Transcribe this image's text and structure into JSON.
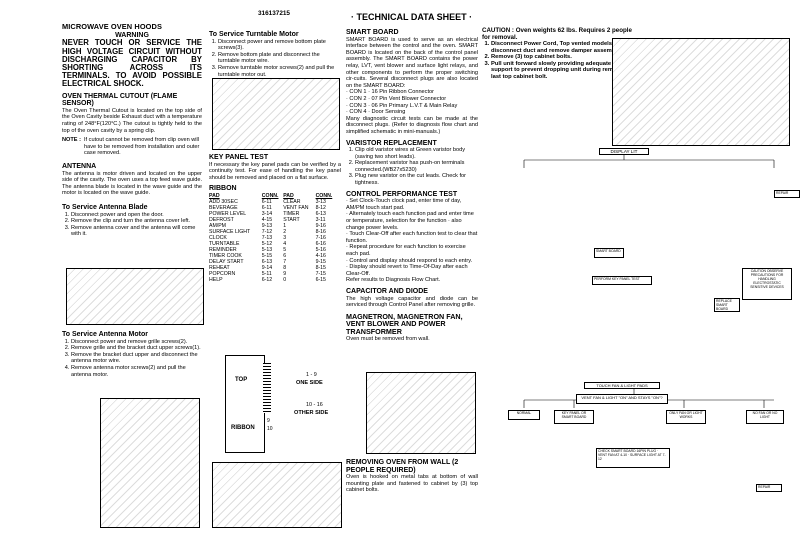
{
  "doc_number": "316137215",
  "page_title": "· TECHNICAL DATA SHEET ·",
  "col1": {
    "title": "MICROWAVE OVEN HOODS",
    "warning_label": "WARNING",
    "warning_text": "NEVER TOUCH OR SERVICE THE HIGH VOLTAGE CIRCUIT WITHOUT DISCHARGING CAPACITOR BY SHORTING ACROSS ITS TERMINALS. TO AVOID POSSIBLE ELECTRICAL SHOCK.",
    "cutout_title": "OVEN THERMAL CUTOUT (FLAME SENSOR)",
    "cutout_text": "The Oven Thermal Cutout is located on the top side of the Oven Cavity beside Exhaust duct with a temperature rating of 248°F(120°C.) The cutout is tightly held to the top of the oven cavity by a spring clip.",
    "note_label": "NOTE :",
    "note_text": "If cutout cannot be removed from clip oven will have to be removed from installation and outer case removed.",
    "antenna_title": "ANTENNA",
    "antenna_text": "The antenna is motor driven and located on the upper side of the cavity. The oven uses a top feed wave guide. The antenna blade is located in the wave guide and the motor is located on the wave guide.",
    "blade_title": "To Service Antenna Blade",
    "blade_steps": [
      "Disconnect power and open the door.",
      "Remove the clip and turn the antenna cover left.",
      "Remove antenna cover and the antenna will come with it."
    ],
    "motor_title": "To Service Antenna Motor",
    "motor_steps": [
      "Disconnect power and remove grille screws(2).",
      "Remove grille and the bracket duct upper screws(1).",
      "Remove the bracket duct upper and disconnect the antenna motor wire.",
      "Remove antenna motor screws(2) and pull the antenna motor."
    ]
  },
  "col2": {
    "turntable_title": "To Service Turntable Motor",
    "turntable_steps": [
      "Disconnect power and remove bottom plate screws(3).",
      "Remove bottom plate and disconnect the turntable motor wire.",
      "Remove turntable motor screws(2) and pull the turntable motor out."
    ],
    "keypad_title": "KEY PANEL TEST",
    "keypad_text": "If necessary the key panel pads can be verified by a continuity test. For ease of handling the key panel should be removed and placed on a flat surface.",
    "ribbon_title": "RIBBON",
    "table_headers": [
      "PAD",
      "CONN.",
      "PAD",
      "CONN."
    ],
    "table_rows": [
      [
        "ADD 30SEC",
        "6-11",
        "CLEAR",
        "3-13"
      ],
      [
        "BEVERAGE",
        "6-11",
        "VENT FAN",
        "8-12"
      ],
      [
        "POWER LEVEL",
        "3-14",
        "TIMER",
        "6-13"
      ],
      [
        "DEFROST",
        "4-15",
        "START",
        "3-11"
      ],
      [
        "AM/PM",
        "9-13",
        "1",
        "9-16"
      ],
      [
        "SURFACE LIGHT",
        "7-12",
        "2",
        "8-16"
      ],
      [
        "CLOCK",
        "7-13",
        "3",
        "7-16"
      ],
      [
        "TURNTABLE",
        "5-12",
        "4",
        "6-16"
      ],
      [
        "REMINDER",
        "5-13",
        "5",
        "5-16"
      ],
      [
        "TIMER COOK",
        "5-15",
        "6",
        "4-16"
      ],
      [
        "DELAY START",
        "6-13",
        "7",
        "9-15"
      ],
      [
        "REHEAT",
        "9-14",
        "8",
        "8-15"
      ],
      [
        "POPCORN",
        "5-11",
        "9",
        "7-15"
      ],
      [
        "HELP",
        "6-12",
        "0",
        "6-15"
      ]
    ],
    "ribbon_top": "TOP",
    "ribbon_label": "RIBBON",
    "one_side_range": "1 - 9",
    "one_side": "ONE SIDE",
    "other_side_range": "10 - 16",
    "other_side": "OTHER SIDE",
    "pin_nine": "9",
    "pin_ten": "10"
  },
  "col3": {
    "smart_title": "SMART BOARD",
    "smart_text": "SMART BOARD is used to serve as an electrical interface between the control and the oven. SMART BOARD is located on the back of the control panel assembly. The SMART BOARD contains the power relay, LVT, vent blower and surface light relays, and other components to perform the proper switching cir-cuits. Several disconnect plugs are also located on the SMART BOARD:",
    "connectors": [
      "· CON 1 · 16 Pin Ribbon Connector",
      "· CON 2 · 07 Pin Vent Blower Connector",
      "· CON 3 · 06 Pin Primary L.V.T & Main Relay",
      "· CON 4 · Door Sensing"
    ],
    "smart_text2": "Many diagnostic circuit tests can be made at the disconnect plugs. (Refer to diagnosis flow chart and simplified schematic in mini-manuals.)",
    "varistor_title": "VARISTOR REPLACEMENT",
    "varistor_steps": [
      "Clip old varistor wires at Green varistor body (saving two short leads).",
      "Replacement varistor has push-on terminals connected.(WB27x5230)",
      "Plug new varistor on the cut leads. Check for tightness."
    ],
    "control_title": "CONTROL PERFORMANCE TEST",
    "control_items": [
      "· Set Clock-Touch clock pad, enter time of day, AM/PM touch start pad.",
      "· Alternately touch each function pad and enter time or temperature, selection for the function · also change power levels.",
      "· Touch Clear-Off after each function test to clear that function.",
      "· Repeat procedure for each function to exercise each pad.",
      "· Control and display should respond to each entry.",
      "· Display should revert to Time-Of-Day after each Clear-Off.",
      "Refer results to Diagnosis Flow Chart."
    ],
    "capacitor_title": "CAPACITOR AND DIODE",
    "capacitor_text": "The high voltage capacitor and diode can be serviced through Control Panel after removing grille.",
    "magnetron_title": "MAGNETRON, MAGNETRON FAN, VENT BLOWER AND POWER TRANSFORMER",
    "magnetron_text": "Oven must be removed from wall.",
    "removing_title": "REMOVING OVEN FROM WALL (2 PEOPLE REQUIRED)",
    "removing_text": "Oven is hooked on metal tabs at bottom of wall mounting plate and fastened to cabinet by (3) top cabinet bolts."
  },
  "col4": {
    "caution_label": "CAUTION :",
    "caution_text": "Oven weights 62 lbs. Requires 2 people for removal.",
    "caution_steps": [
      "Disconnect Power Cord, Top vented models · disconnect duct and remove damper assembly.",
      "Remove (3) top cabinet bolts.",
      "Pull unit forward slowly providing adequate support to prevent dropping unit during removal of last top cabinet bolt."
    ]
  },
  "flow": {
    "display_lit": "DISPLAY LIT",
    "touch_fan": "TOUCH FAN & LIGHT PADS",
    "vent_fan": "VENT FAN & LIGHT \"ON\" AND STAYS \"ON\"?",
    "normal": "NORMAL",
    "key_panel": "KEY PANEL OR SMART BOARD",
    "only_fan": "ONLY FAN OR LIGHT WORKS",
    "no_fan": "NO FAN OR NO LIGHT",
    "check_smart": "CHECK SMART BOARD 16PIN PLUG · VENT FAN AT 4-10 · SURFACE LIGHT AT 7-12",
    "replace_smart": "REPLACE SMART BOARD",
    "repair": "REPAIR",
    "smart_board": "SMART BOARD",
    "perform_key": "PERFORM KEY PANEL TEST",
    "caution_box": "CAUTION OBSERVE PRECAUTIONS FOR HANDLING ELECTROSTATIC SENSITIVE DEVICES"
  }
}
